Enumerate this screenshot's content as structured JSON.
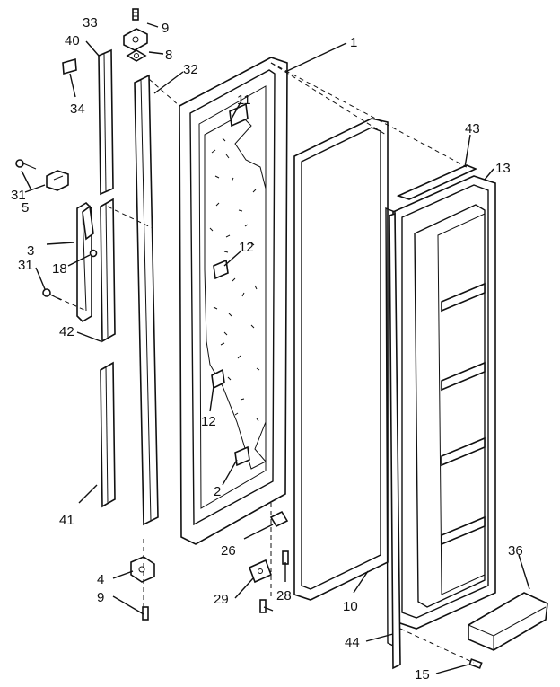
{
  "diagram": {
    "callouts": [
      "1",
      "2",
      "3",
      "4",
      "5",
      "8",
      "9",
      "9",
      "10",
      "11",
      "12",
      "12",
      "13",
      "15",
      "18",
      "26",
      "28",
      "29",
      "31",
      "31",
      "32",
      "33",
      "34",
      "36",
      "40",
      "41",
      "42",
      "43",
      "44"
    ]
  }
}
